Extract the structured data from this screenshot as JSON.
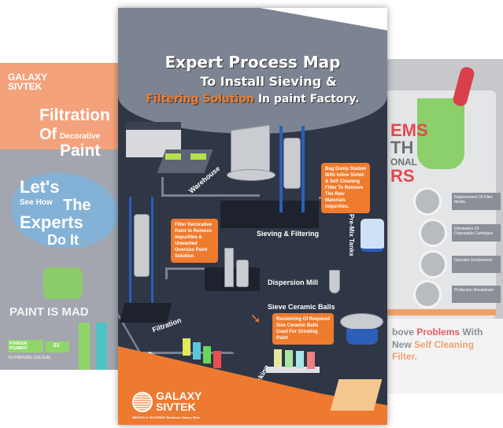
{
  "left_poster": {
    "brand": "GALAXY SIVTEK",
    "title_line1": "Filtration",
    "title_line2a": "Of",
    "title_line2b": "Decorative",
    "title_line3": "Paint",
    "splash_line1": "Let's",
    "splash_line2a": "See How",
    "splash_line2b": "The",
    "splash_line3": "Experts",
    "splash_line4": "Do It",
    "banner": "PAINT IS MAD",
    "step_label": "POWDER PIGMENT",
    "step_number": "01",
    "step_desc": "TO PROVIDE COLOUR,"
  },
  "center_poster": {
    "title_line1": "Expert Process Map",
    "title_line2": "To Install Sieving &",
    "title_line3_highlight": "Filtering Solution",
    "title_line3_rest": "In paint Factory.",
    "highlight_color": "#ef7b2e",
    "stages": {
      "warehouse": "Warehouse",
      "sieving": "Sieving & Filtering",
      "premix": "Pre-Mix Tanks",
      "dispersion": "Dispersion Mill",
      "ceramic": "Sieve Ceramic Balls",
      "filtration": "Filtration",
      "filling": "Filling",
      "packing": "Packing"
    },
    "callouts": {
      "bag_dump": "Bag Dump Station With Inline Sivtek & Self Cleaning Filter To Remove The Raw Materials Impurities.",
      "filter": "Filter Decorative Paint to Remove Impurities & Unwanted Oversize Paint Solution.",
      "ceramic": "Reclaiming Of Required Size Ceramic Balls Used For Grinding Paint"
    },
    "logo": {
      "line1": "GALAXY",
      "line2": "SIVTEK",
      "tagline": "SIEVING & FILTERING Solutions Galaxy Wise"
    }
  },
  "right_poster": {
    "heading_fragments": [
      "EMS",
      "TH",
      "ONAL",
      "RS"
    ],
    "problems": [
      "Replacement Of Filter Media",
      "Elimination Of Disposable Cartridges",
      "Operator Involvement",
      "Production Breakdown"
    ],
    "footer_line1_a": "bove",
    "footer_line1_b": "Problems",
    "footer_line1_c": "With",
    "footer_line2_a": "New",
    "footer_line2_b": "Self Cleaning Filter."
  }
}
